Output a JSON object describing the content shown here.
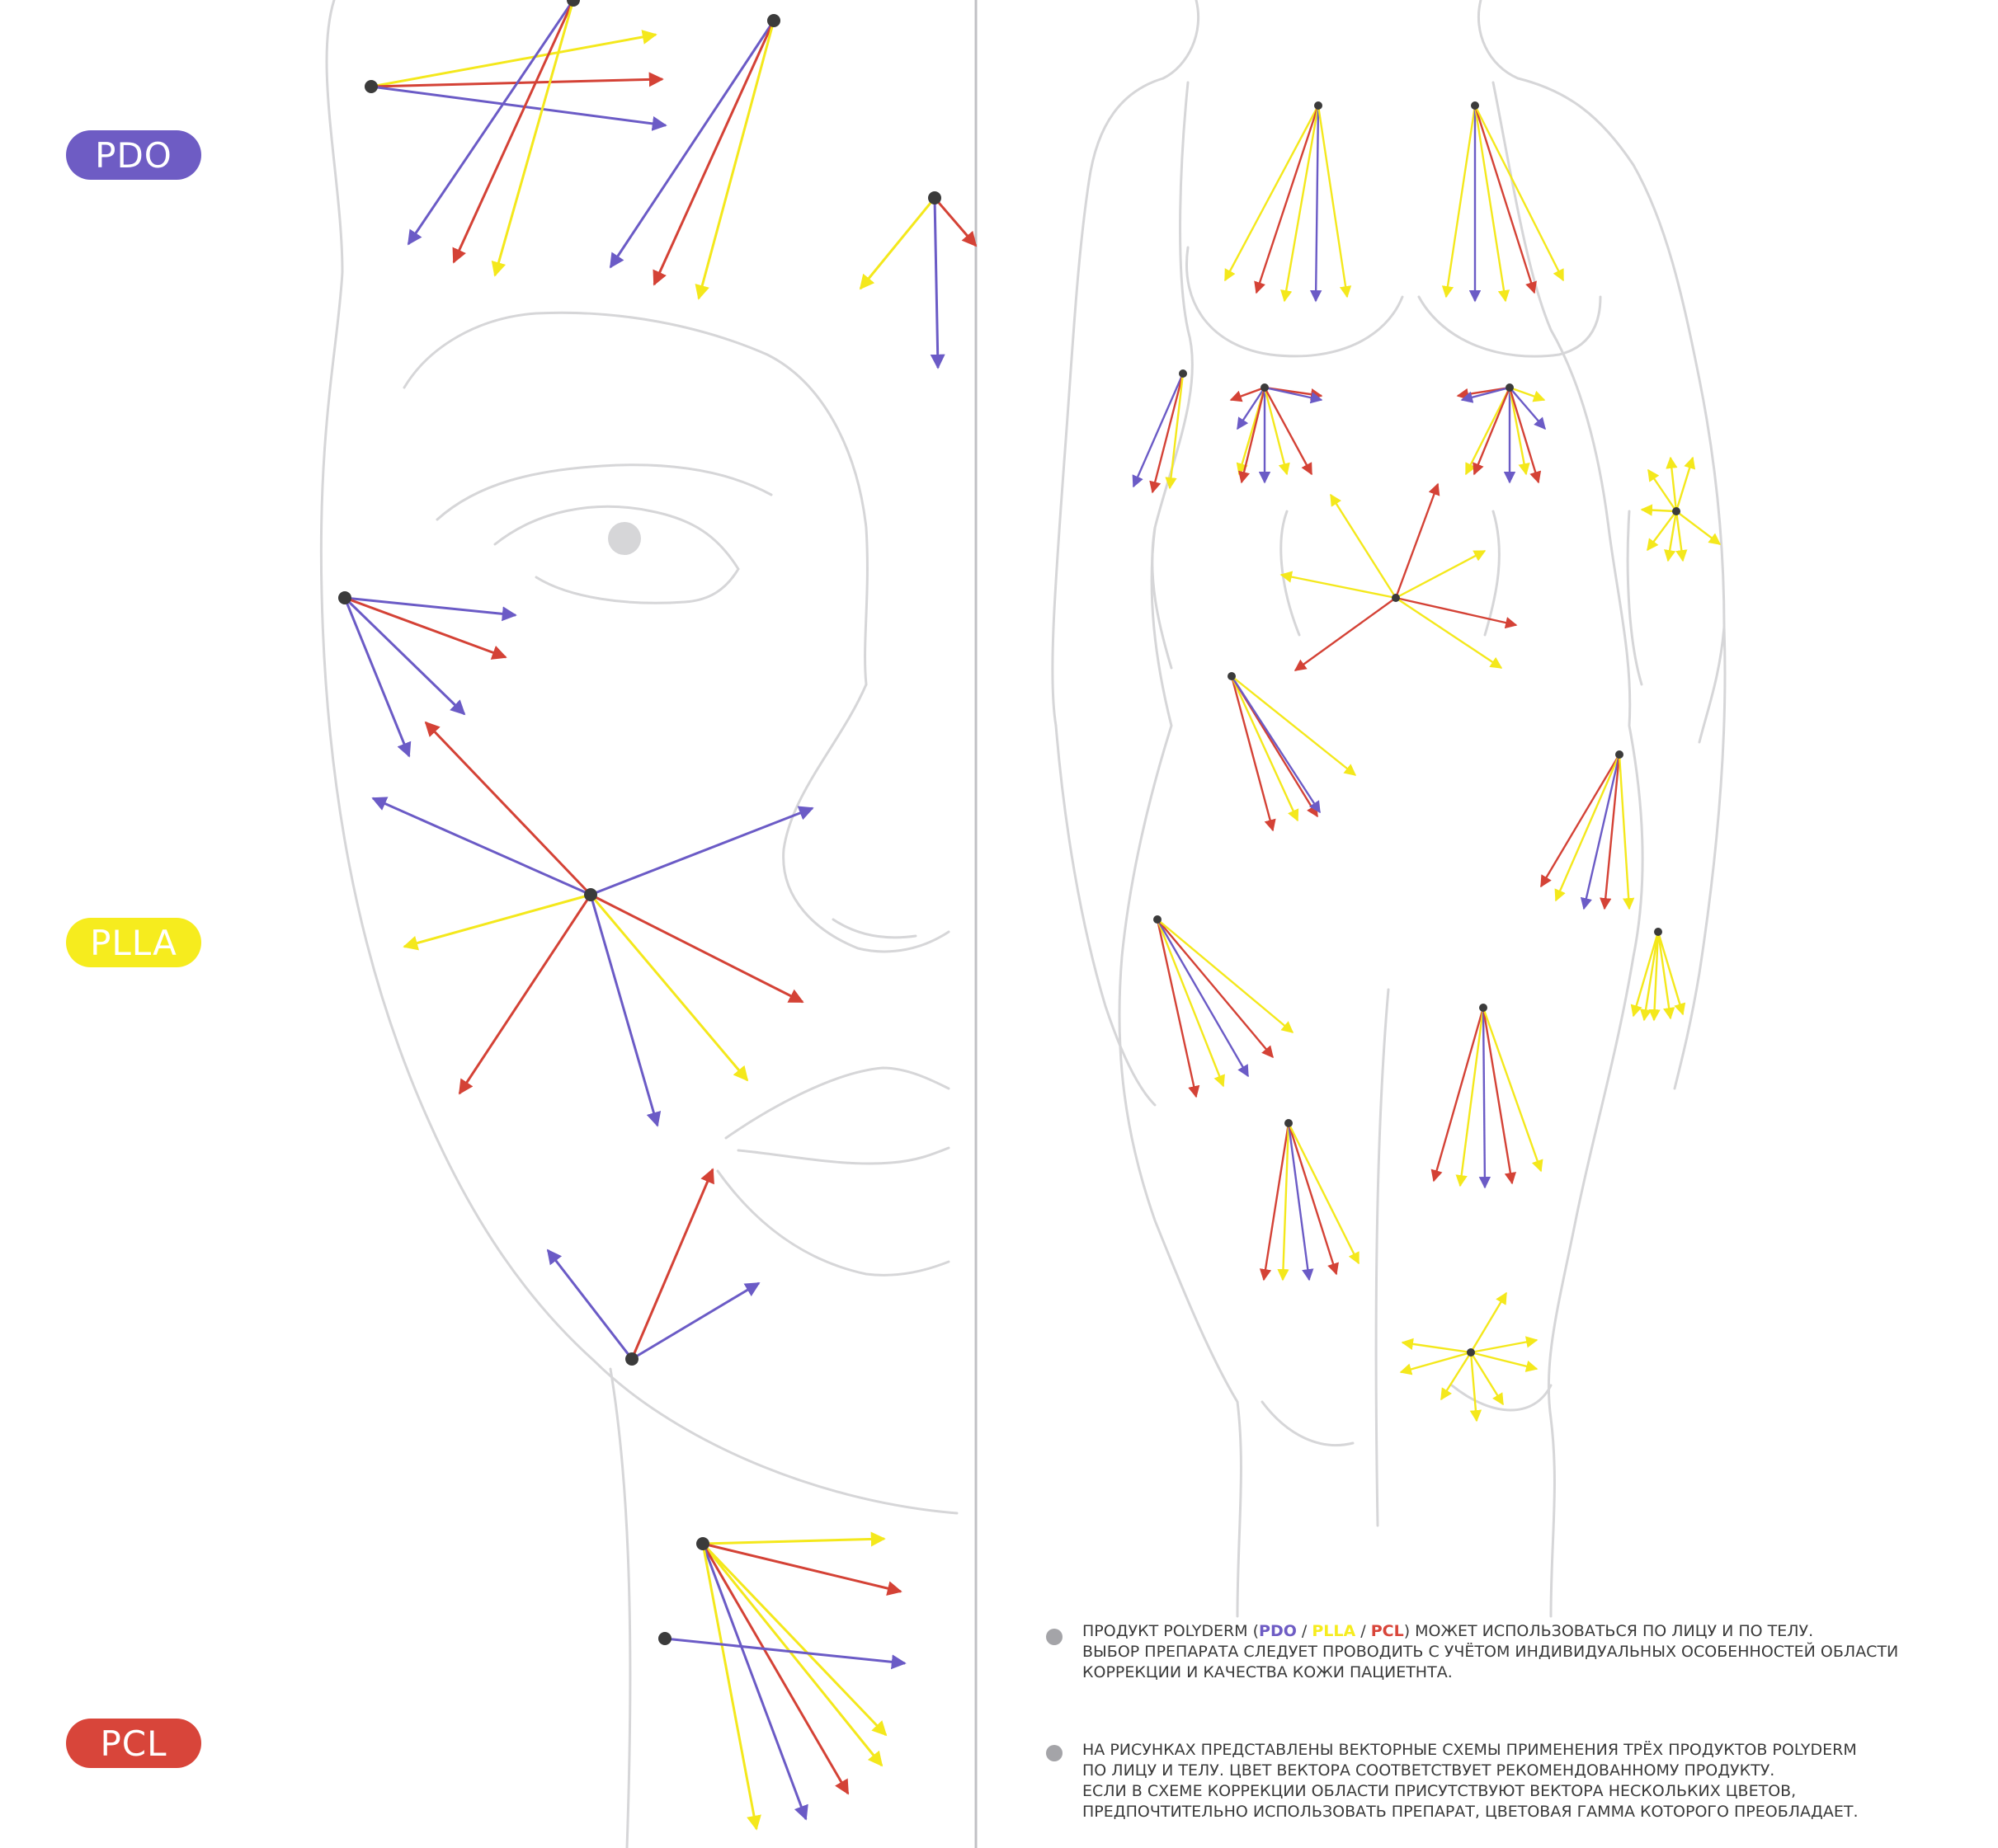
{
  "legend": {
    "pdo": {
      "label": "PDO",
      "color": "#6e5cc4"
    },
    "plla": {
      "label": "PLLA",
      "color": "#f6ec1e"
    },
    "pcl": {
      "label": "PCL",
      "color": "#d8453a"
    }
  },
  "colors": {
    "pdo": "#6b5bc6",
    "plla": "#f4e81c",
    "pcl": "#d44236",
    "outline": "#d6d6d8",
    "divider": "#c0c0c4",
    "node": "#3b3b3b"
  },
  "notes": {
    "note1": {
      "prefix": "ПРОДУКТ POLYDERM (",
      "pdo": "PDO",
      "sep1": " / ",
      "plla": "PLLA",
      "sep2": " / ",
      "pcl": "PCL",
      "suffix": ") МОЖЕТ ИСПОЛЬЗОВАТЬСЯ ПО ЛИЦУ И ПО ТЕЛУ.",
      "line2": "ВЫБОР ПРЕПАРАТА СЛЕДУЕТ ПРОВОДИТЬ С УЧЁТОМ ИНДИВИДУАЛЬНЫХ ОСОБЕННОСТЕЙ ОБЛАСТИ",
      "line3": "КОРРЕКЦИИ И КАЧЕСТВА КОЖИ ПАЦИЕТНТА."
    },
    "note2": {
      "line1": "НА РИСУНКАХ ПРЕДСТАВЛЕНЫ ВЕКТОРНЫЕ СХЕМЫ ПРИМЕНЕНИЯ ТРЁХ ПРОДУКТОВ POLYDERM",
      "line2": "ПО ЛИЦУ И ТЕЛУ. ЦВЕТ ВЕКТОРА СООТВЕТСТВУЕТ РЕКОМЕНДОВАННОМУ ПРОДУКТУ.",
      "line3": "ЕСЛИ В СХЕМЕ КОРРЕКЦИИ ОБЛАСТИ ПРИСУТСТВУЮТ ВЕКТОРА НЕСКОЛЬКИХ ЦВЕТОВ,",
      "line4": "ПРЕДПОЧТИТЕЛЬНО ИСПОЛЬЗОВАТЬ ПРЕПАРАТ, ЦВЕТОВАЯ ГАММА КОТОРОГО ПРЕОБЛАДАЕТ."
    }
  }
}
